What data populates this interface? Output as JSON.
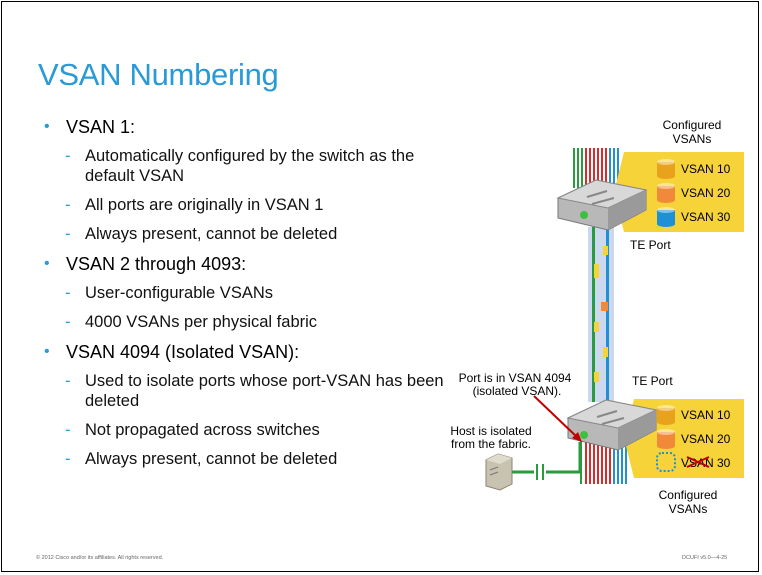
{
  "title": "VSAN Numbering",
  "bullets": [
    {
      "text": "VSAN 1:",
      "sub": [
        "Automatically configured by the switch as the default VSAN",
        "All ports are originally in VSAN 1",
        "Always present, cannot be deleted"
      ]
    },
    {
      "text": "VSAN 2 through 4093:",
      "sub": [
        "User-configurable VSANs",
        "4000 VSANs per physical fabric"
      ]
    },
    {
      "text": "VSAN 4094 (Isolated VSAN):",
      "sub": [
        "Used to isolate ports whose port-VSAN has been deleted",
        "Not propagated across switches",
        "Always present, cannot be deleted"
      ]
    }
  ],
  "diagram": {
    "configured_vsans_top": "Configured VSANs",
    "configured_vsans_bottom": "Configured VSANs",
    "te_port_top": "TE Port",
    "te_port_bottom": "TE Port",
    "port_note_line1": "Port is in VSAN 4094",
    "port_note_line2": "(isolated VSAN).",
    "host_note_line1": "Host is isolated",
    "host_note_line2": "from the fabric.",
    "vsans_top": [
      {
        "label": "VSAN 10",
        "color": "#e8a21c"
      },
      {
        "label": "VSAN 20",
        "color": "#f08a3a"
      },
      {
        "label": "VSAN 30",
        "color": "#1f8fd6"
      }
    ],
    "vsans_bottom": [
      {
        "label": "VSAN 10",
        "color": "#e8a21c"
      },
      {
        "label": "VSAN 20",
        "color": "#f08a3a"
      },
      {
        "label": "VSAN 30",
        "color": "#1f8fd6",
        "deleted": true
      }
    ],
    "panel_color": "#f7d33a",
    "trunk_colors": [
      "#2b9a3c",
      "#d62c2c",
      "#1f8fd6"
    ]
  },
  "footer": {
    "left": "© 2012 Cisco and/or its affiliates. All rights reserved.",
    "right": "DCUFI v5.0—4-25"
  }
}
